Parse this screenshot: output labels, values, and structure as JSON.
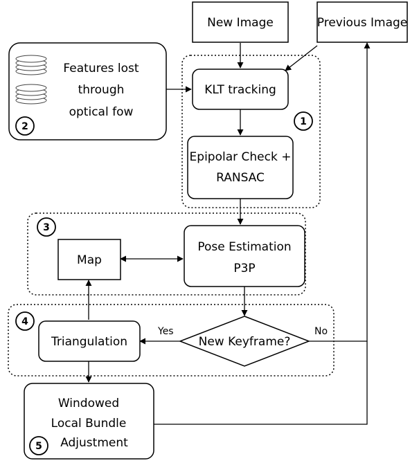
{
  "nodes": {
    "new_image": "New Image",
    "previous_image": "Previous Image",
    "features_lost": [
      "Features lost",
      "through",
      "optical fow"
    ],
    "klt_tracking": "KLT tracking",
    "epipolar_check": [
      "Epipolar Check +",
      "RANSAC"
    ],
    "map": "Map",
    "pose_estimation": [
      "Pose Estimation",
      "P3P"
    ],
    "new_keyframe": "New Keyframe?",
    "triangulation": "Triangulation",
    "bundle_adjustment": [
      "Windowed",
      "Local Bundle",
      "Adjustment"
    ]
  },
  "edge_labels": {
    "yes": "Yes",
    "no": "No"
  },
  "badges": {
    "b1": "1",
    "b2": "2",
    "b3": "3",
    "b4": "4",
    "b5": "5"
  }
}
